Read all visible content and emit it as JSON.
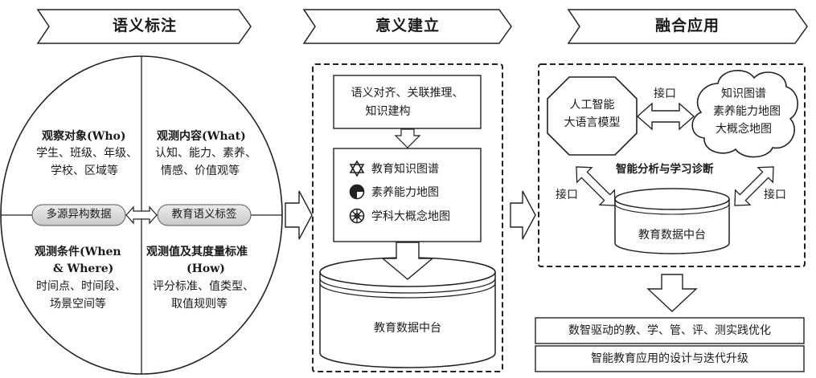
{
  "stages": {
    "s1": "语义标注",
    "s2": "意义建立",
    "s3": "融合应用"
  },
  "semantic": {
    "q1_title": "观察对象(Who)",
    "q1_line1": "学生、班级、年级、",
    "q1_line2": "学校、区域等",
    "q2_title": "观测内容(What)",
    "q2_line1": "认知、能力、素养、",
    "q2_line2": "情感、价值观等",
    "q3_title_a": "观测条件(When",
    "q3_title_b": "& Where)",
    "q3_line1": "时间点、时间段、",
    "q3_line2": "场景空间等",
    "q4_title_a": "观测值及其度量标准",
    "q4_title_b": "(How)",
    "q4_line1": "评分标准、值类型、",
    "q4_line2": "取值规则等",
    "left_pill": "多源异构数据",
    "right_pill": "教育语义标签"
  },
  "meaning": {
    "top_line1": "语义对齐、关联推理、",
    "top_line2": "知识建构",
    "items": [
      {
        "icon": "star-of-david-icon",
        "label": "教育知识图谱"
      },
      {
        "icon": "quartered-circle-icon",
        "label": "素养能力地图"
      },
      {
        "icon": "wheel-circle-icon",
        "label": "学科大概念地图"
      }
    ],
    "cylinder": "教育数据中台"
  },
  "fusion": {
    "ai_line1": "人工智能",
    "ai_line2": "大语言模型",
    "interface": "接口",
    "cloud_line1": "知识图谱",
    "cloud_line2": "素养能力地图",
    "cloud_line3": "大概念地图",
    "analysis": "智能分析与学习诊断",
    "interface_left": "接口",
    "interface_right": "接口",
    "cylinder": "教育数据中台",
    "result_line1": "数智驱动的教、学、管、评、测实践优化",
    "result_line2": "智能教育应用的设计与迭代升级"
  }
}
